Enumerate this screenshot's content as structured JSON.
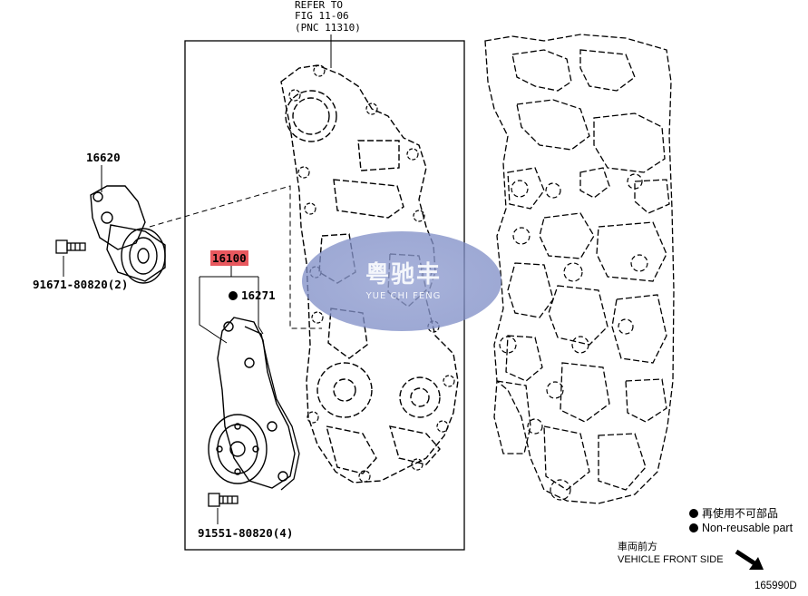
{
  "refer": {
    "line1": "REFER TO",
    "line2": "FIG 11-06",
    "line3": "(PNC 11310)"
  },
  "parts": {
    "tensioner": "16620",
    "tensioner_bolt": "91671-80820(2)",
    "water_pump_assy": "16100",
    "gasket": "16271",
    "pump_bolt": "91551-80820(4)"
  },
  "legend": {
    "non_reusable_cn": "再使用不可部品",
    "non_reusable_en": "Non-reusable part"
  },
  "direction": {
    "cn": "車両前方",
    "en": "VEHICLE FRONT SIDE"
  },
  "figure_id": "165990D",
  "watermark": {
    "cn": "粤驰丰",
    "en": "YUE CHI FENG"
  },
  "colors": {
    "highlight": "#e8585e",
    "watermark": "#8f9ccd"
  }
}
